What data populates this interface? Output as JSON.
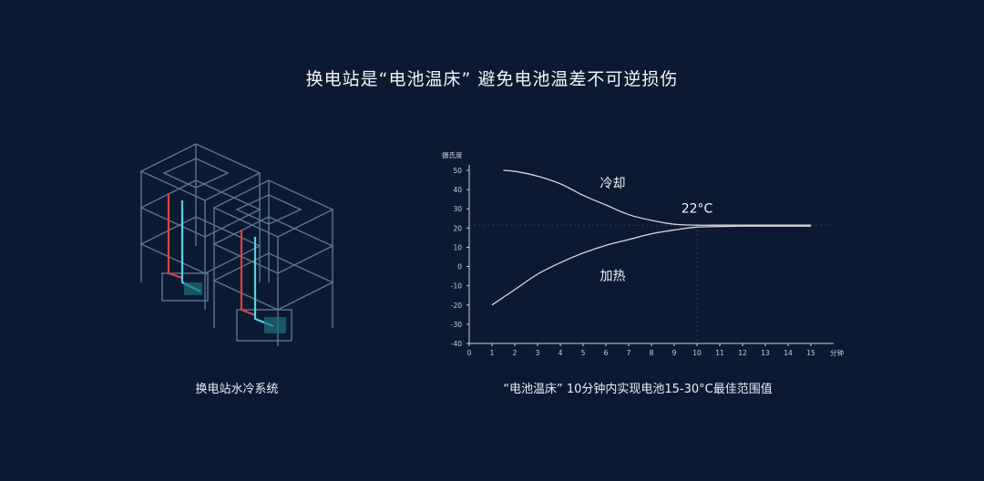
{
  "page": {
    "title": "换电站是“电池温床” 避免电池温差不可逆损伤",
    "illustration_caption": "换电站水冷系统",
    "chart_caption": "“电池温床” 10分钟内实现电池15-30°C最佳范围值"
  },
  "colors": {
    "background": "#0b1a30",
    "structure": "#5b7793",
    "pipe_red": "#e0413c",
    "pipe_cyan": "#4fd3e3",
    "curve": "#d9d9d9"
  },
  "chart_data": {
    "type": "line",
    "ylabel": "摄氏度",
    "xlabel": "分钟",
    "xlim": [
      0,
      16
    ],
    "ylim": [
      -40,
      50
    ],
    "xticks": [
      0,
      1,
      2,
      3,
      4,
      5,
      6,
      7,
      8,
      9,
      10,
      11,
      12,
      13,
      14,
      15
    ],
    "yticks": [
      50,
      40,
      30,
      20,
      10,
      0,
      -10,
      -20,
      -30,
      -40
    ],
    "series": [
      {
        "name": "冷却",
        "x": [
          1.5,
          2,
          3,
          4,
          5,
          6,
          7,
          8,
          9,
          10,
          11,
          12,
          13,
          14,
          15
        ],
        "y": [
          50,
          49.5,
          47,
          43,
          37,
          32,
          27,
          24,
          22,
          21.5,
          21.5,
          21.5,
          21.5,
          21.5,
          21.5
        ]
      },
      {
        "name": "加热",
        "x": [
          1,
          2,
          3,
          4,
          5,
          6,
          7,
          8,
          9,
          10,
          11,
          12,
          13,
          14,
          15
        ],
        "y": [
          -20,
          -12,
          -4,
          2,
          7,
          11,
          14,
          17,
          19,
          20.5,
          20.8,
          21,
          21,
          21,
          21
        ]
      }
    ],
    "annotations": [
      {
        "text": "冷却",
        "x": 6.3,
        "y": 41
      },
      {
        "text": "加热",
        "x": 6.3,
        "y": -7
      },
      {
        "text": "22°C",
        "x": 10,
        "y": 28
      }
    ],
    "grid": false
  }
}
